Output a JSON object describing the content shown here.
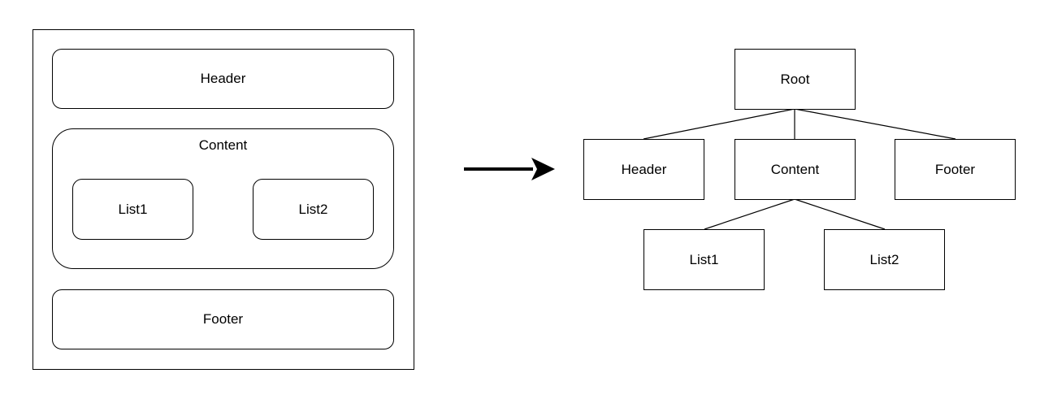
{
  "layout_view": {
    "header_label": "Header",
    "content_label": "Content",
    "list1_label": "List1",
    "list2_label": "List2",
    "footer_label": "Footer"
  },
  "tree_view": {
    "root_label": "Root",
    "header_label": "Header",
    "content_label": "Content",
    "footer_label": "Footer",
    "list1_label": "List1",
    "list2_label": "List2"
  }
}
